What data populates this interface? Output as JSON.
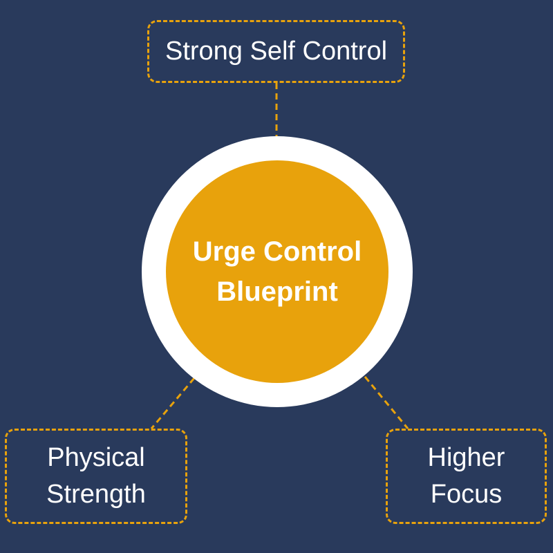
{
  "colors": {
    "background": "#293a5c",
    "accent": "#e8a20c",
    "ring": "#ffffff",
    "text": "#ffffff"
  },
  "center": {
    "line1": "Urge Control",
    "line2": "Blueprint"
  },
  "nodes": {
    "top": {
      "line1": "Strong Self Control"
    },
    "left": {
      "line1": "Physical",
      "line2": "Strength"
    },
    "right": {
      "line1": "Higher",
      "line2": "Focus"
    }
  }
}
